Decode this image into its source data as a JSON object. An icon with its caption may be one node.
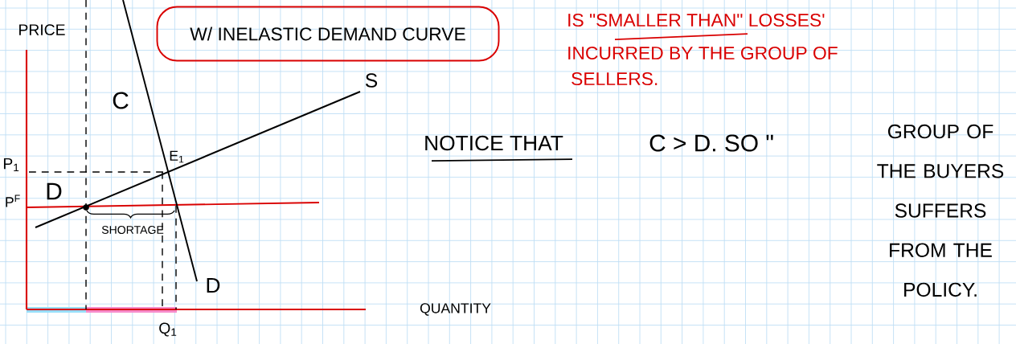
{
  "diagram": {
    "nodes": [
      {
        "text": [
          "W/ INELASTIC DEMAND CURVE"
        ]
      }
    ],
    "labels": [
      "PRICE",
      "P$_{1}$",
      "P$^{F}$",
      "D",
      "C",
      "E$_{1}$",
      "S",
      "SHORTAGE",
      "D",
      "QUANTITY",
      "Q$_{1}$",
      "IS \"SMALLER THAN\" LOSSES'",
      "INCURRED BY THE GROUP OF",
      "SELLERS.",
      "NOTICE THAT",
      "C > D. SO \"",
      "GROUP OF THE BUYERS SUFFERS FROM THE POLICY."
    ]
  }
}
